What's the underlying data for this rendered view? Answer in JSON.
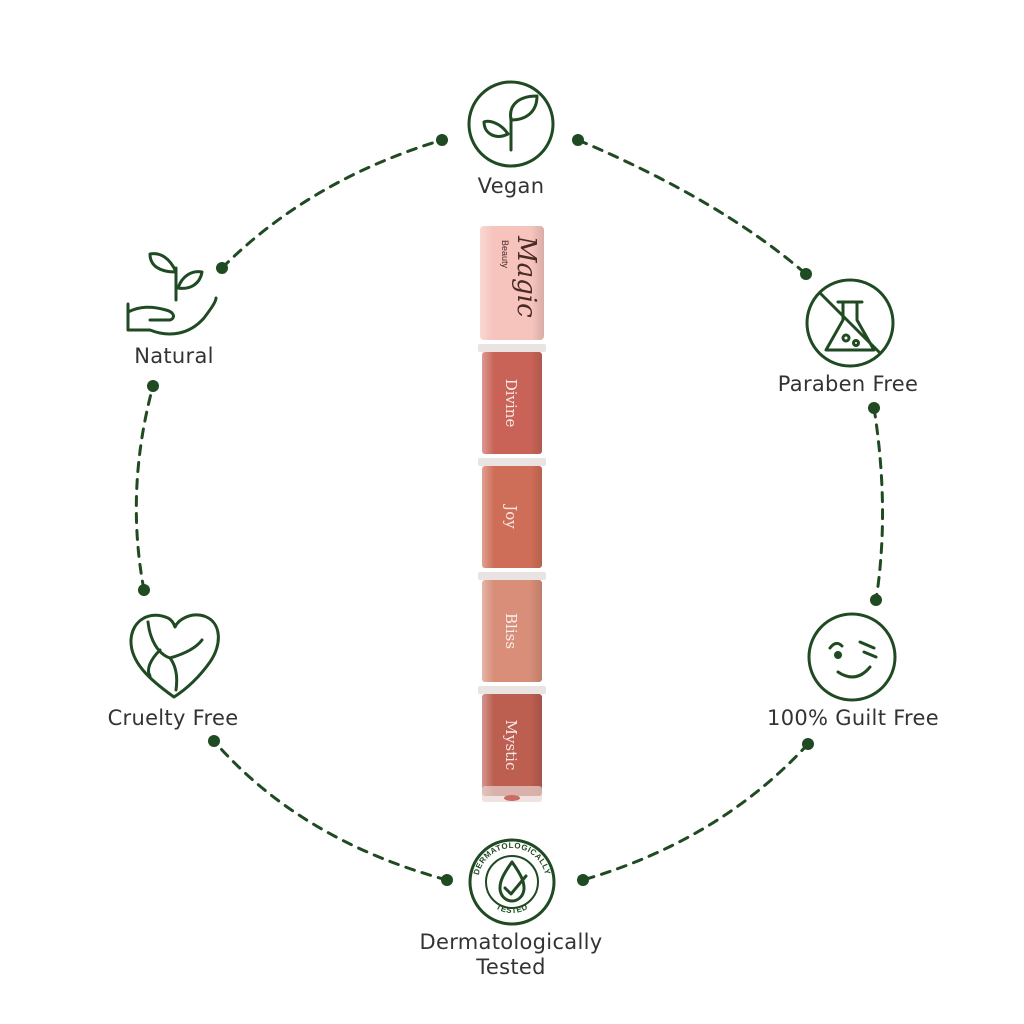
{
  "colors": {
    "accent": "#1f4a22",
    "text": "#333333",
    "cap": "#f6c4bd"
  },
  "features": [
    {
      "name": "vegan",
      "label": "Vegan",
      "icon": "sprout-circle-icon"
    },
    {
      "name": "paraben-free",
      "label": "Paraben Free",
      "icon": "no-flask-icon"
    },
    {
      "name": "guilt-free",
      "label": "100% Guilt Free",
      "icon": "wink-face-icon"
    },
    {
      "name": "dermatologically-tested",
      "label_line1": "Dermatologically",
      "label_line2": "Tested",
      "icon": "derm-tested-badge-icon",
      "badge_top": "DERMATOLOGICALLY",
      "badge_bottom": "TESTED"
    },
    {
      "name": "cruelty-free",
      "label": "Cruelty Free",
      "icon": "bunny-heart-icon"
    },
    {
      "name": "natural",
      "label": "Natural",
      "icon": "plant-in-hand-icon"
    }
  ],
  "product": {
    "brand": "Magic",
    "brand_sub": "Beauty",
    "shades": [
      "Divine",
      "Joy",
      "Bliss",
      "Mystic"
    ],
    "shade_colors": [
      "#c96358",
      "#cf6e58",
      "#d88e78",
      "#bc5e50"
    ]
  }
}
